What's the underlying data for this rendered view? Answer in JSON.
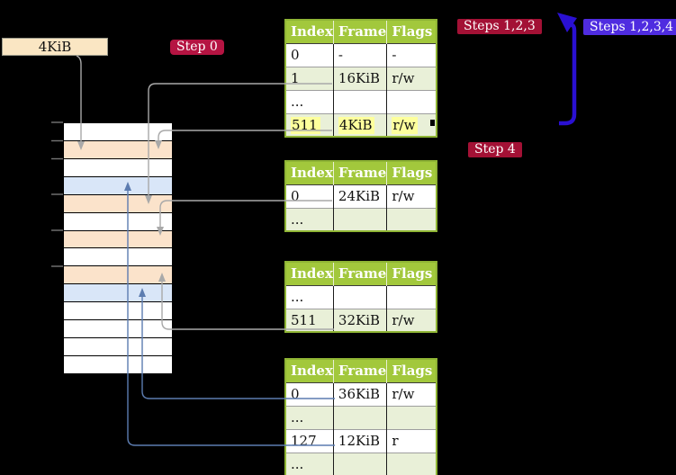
{
  "colors": {
    "background": "#000000",
    "frame_box": "#fae6c3",
    "mem_white": "#ffffff",
    "mem_peach": "#fbe3cb",
    "mem_blue": "#d9e6f8",
    "table_header": "#a2c83c",
    "table_row_green": "#e9f0d8",
    "highlight_yellow": "#fdff9c",
    "badge_red": "#a31135",
    "badge_red_bright": "#b51442",
    "badge_blue": "#4f2ce0",
    "arrow_gray": "#a9a9a9",
    "arrow_blue_thin": "#5c7cb0",
    "arrow_blue_thick": "#2a10d2"
  },
  "frame_label": {
    "text": "4KiB"
  },
  "badges": {
    "step0": {
      "label": "Step 0"
    },
    "steps123": {
      "label": "Steps 1,2,3"
    },
    "steps1234": {
      "label": "Steps 1,2,3,4"
    },
    "step4": {
      "label": "Step 4"
    }
  },
  "tables": [
    {
      "headers": [
        "Index",
        "Frame",
        "Flags"
      ],
      "rows": [
        {
          "cells": [
            "0",
            "-",
            "-"
          ]
        },
        {
          "cells": [
            "1",
            "16KiB",
            "r/w"
          ]
        },
        {
          "cells": [
            "...",
            "",
            ""
          ]
        },
        {
          "cells": [
            "511",
            "4KiB",
            "r/w"
          ],
          "highlighted": true
        }
      ]
    },
    {
      "headers": [
        "Index",
        "Frame",
        "Flags"
      ],
      "rows": [
        {
          "cells": [
            "0",
            "24KiB",
            "r/w"
          ]
        },
        {
          "cells": [
            "...",
            "",
            ""
          ]
        }
      ]
    },
    {
      "headers": [
        "Index",
        "Frame",
        "Flags"
      ],
      "rows": [
        {
          "cells": [
            "...",
            "",
            ""
          ]
        },
        {
          "cells": [
            "511",
            "32KiB",
            "r/w"
          ]
        }
      ]
    },
    {
      "headers": [
        "Index",
        "Frame",
        "Flags"
      ],
      "rows": [
        {
          "cells": [
            "0",
            "36KiB",
            "r/w"
          ]
        },
        {
          "cells": [
            "...",
            "",
            ""
          ]
        },
        {
          "cells": [
            "127",
            "12KiB",
            "r"
          ]
        },
        {
          "cells": [
            "...",
            "",
            ""
          ]
        }
      ]
    }
  ],
  "memory": {
    "row_colors": [
      "white",
      "peach",
      "white",
      "blue",
      "peach",
      "white",
      "peach",
      "white",
      "peach",
      "blue",
      "white",
      "white",
      "white",
      "white"
    ]
  }
}
